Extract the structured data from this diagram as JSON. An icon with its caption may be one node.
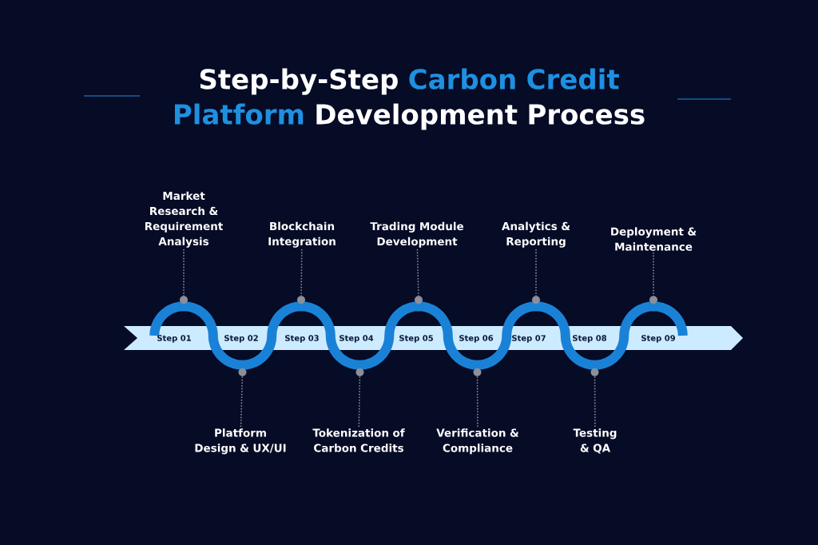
{
  "diagram": {
    "title": "Step-by-Step **Carbon Credit Platform** Development Process",
    "nodes": [
      {
        "text": [
          "Market Research & Requirement Analysis"
        ]
      },
      {
        "text": [
          "Platform Design & UX/UI"
        ]
      },
      {
        "text": [
          "Blockchain Integration"
        ]
      },
      {
        "text": [
          "Tokenization of Carbon Credits"
        ]
      },
      {
        "text": [
          "Trading Module Development"
        ]
      },
      {
        "text": [
          "Verification & Compliance"
        ]
      },
      {
        "text": [
          "Analytics & Reporting"
        ]
      },
      {
        "text": [
          "Testing & QA"
        ]
      },
      {
        "text": [
          "Deployment & Maintenance"
        ]
      },
      {
        "text": [],
        "shape": "circle"
      },
      {
        "text": [],
        "shape": "circle"
      },
      {
        "text": [],
        "shape": "circle"
      },
      {
        "text": [],
        "shape": "circle"
      },
      {
        "text": [],
        "shape": "circle"
      },
      {
        "text": [],
        "shape": "circle"
      },
      {
        "text": [],
        "shape": "circle"
      },
      {
        "text": [],
        "shape": "circle"
      },
      {
        "text": [],
        "shape": "circle"
      }
    ],
    "edges": [
      {
        "from": 0,
        "to": 9,
        "arrow": "none",
        "style": "dashed"
      },
      {
        "from": 1,
        "to": 10,
        "arrow": "none",
        "style": "dashed"
      },
      {
        "from": 2,
        "to": 11,
        "arrow": "none",
        "style": "dashed"
      },
      {
        "from": 3,
        "to": 12,
        "arrow": "none",
        "style": "dashed"
      },
      {
        "from": 4,
        "to": 13,
        "arrow": "none",
        "style": "dashed"
      },
      {
        "from": 5,
        "to": 14,
        "arrow": "none",
        "style": "dashed"
      },
      {
        "from": 6,
        "to": 15,
        "arrow": "none",
        "style": "dashed"
      },
      {
        "from": 7,
        "to": 16,
        "arrow": "none",
        "style": "dashed"
      },
      {
        "from": 8,
        "to": 17,
        "arrow": "none",
        "style": "dashed"
      }
    ],
    "labels": [
      "Step 01",
      "Step 02",
      "Step 03",
      "Step 04",
      "Step 05",
      "Step 06",
      "Step 07",
      "Step 08",
      "Step 09"
    ]
  }
}
